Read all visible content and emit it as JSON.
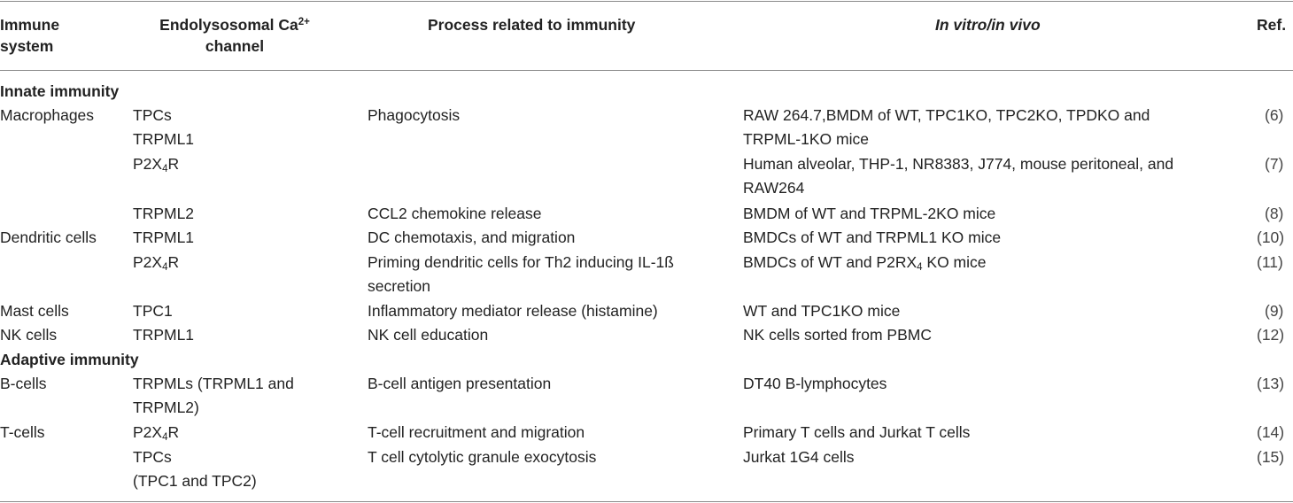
{
  "header": {
    "immune_system": [
      "Immune",
      "system"
    ],
    "channel_prefix": "Endolysosomal Ca",
    "channel_sup": "2+",
    "channel_line2": "channel",
    "process": "Process related to immunity",
    "invitro": "In vitro/in vivo",
    "ref": "Ref."
  },
  "sections": {
    "innate": "Innate immunity",
    "adaptive": "Adaptive immunity"
  },
  "rows": {
    "macrophages": {
      "system": "Macrophages",
      "channels": [
        "TPCs",
        "TRPML1"
      ],
      "process": "Phagocytosis",
      "invitro": [
        "RAW 264.7,BMDM of WT, TPC1KO, TPC2KO, TPDKO and",
        "TRPML-1KO mice"
      ],
      "ref": "(6)"
    },
    "p2x4r_macro": {
      "channel_a": "P2X",
      "channel_sub": "4",
      "channel_b": "R",
      "invitro": [
        "Human alveolar, THP-1, NR8383, J774, mouse peritoneal, and",
        "RAW264"
      ],
      "ref": "(7)"
    },
    "trpml2": {
      "channel": "TRPML2",
      "process": "CCL2 chemokine release",
      "invitro": "BMDM of WT and TRPML-2KO mice",
      "ref": "(8)"
    },
    "dendritic": {
      "system": "Dendritic cells",
      "channel": "TRPML1",
      "process": "DC chemotaxis, and migration",
      "invitro": "BMDCs of WT and TRPML1 KO mice",
      "ref": "(10)"
    },
    "p2x4r_dc": {
      "channel_a": "P2X",
      "channel_sub": "4",
      "channel_b": "R",
      "process": [
        "Priming dendritic cells for Th2 inducing IL-1ß",
        "secretion"
      ],
      "invitro_a": "BMDCs of WT and P2RX",
      "invitro_sub": "4",
      "invitro_b": " KO mice",
      "ref": "(11)"
    },
    "mast": {
      "system": "Mast cells",
      "channel": "TPC1",
      "process": "Inflammatory mediator release (histamine)",
      "invitro": "WT and TPC1KO mice",
      "ref": "(9)"
    },
    "nk": {
      "system": "NK cells",
      "channel": "TRPML1",
      "process": "NK cell education",
      "invitro": "NK cells sorted from PBMC",
      "ref": "(12)"
    },
    "bcells": {
      "system": "B-cells",
      "channel": [
        "TRPMLs (TRPML1 and",
        "TRPML2)"
      ],
      "process": "B-cell antigen presentation",
      "invitro": "DT40 B-lymphocytes",
      "ref": "(13)"
    },
    "tcells": {
      "system": "T-cells",
      "channel_a": "P2X",
      "channel_sub": "4",
      "channel_b": "R",
      "process": "T-cell recruitment and migration",
      "invitro": "Primary T cells and Jurkat T cells",
      "ref": "(14)"
    },
    "tpcs_t": {
      "channel": [
        "TPCs",
        "(TPC1 and TPC2)"
      ],
      "process": "T cell cytolytic granule exocytosis",
      "invitro": "Jurkat 1G4 cells",
      "ref": "(15)"
    }
  }
}
